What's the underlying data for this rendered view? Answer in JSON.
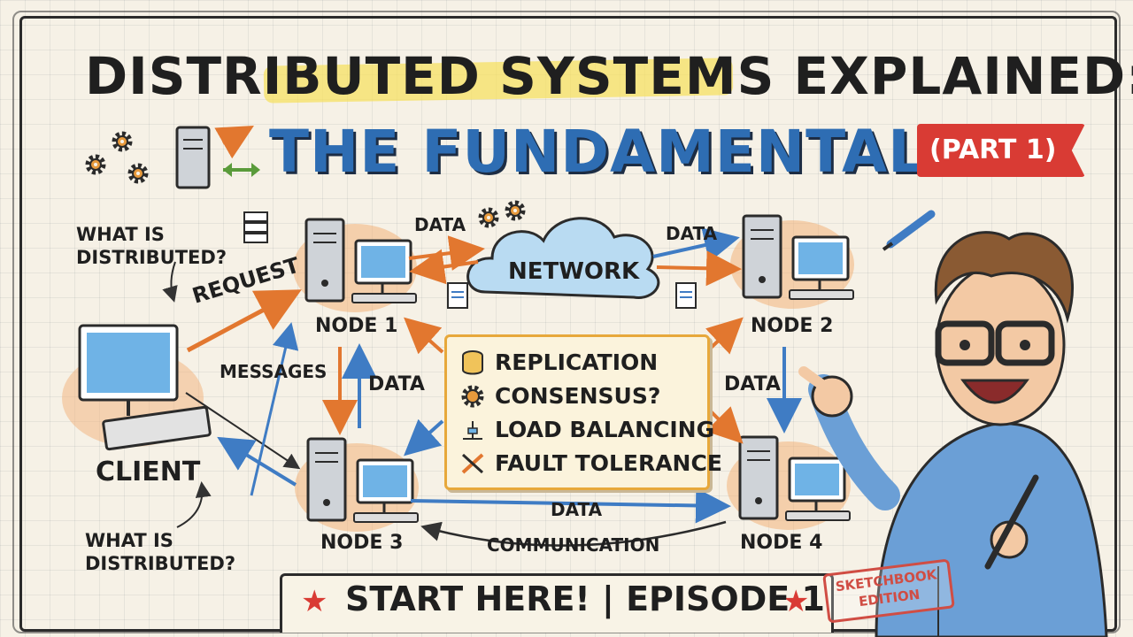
{
  "title": {
    "line1": "DISTRIBUTED SYSTEMS EXPLAINED:",
    "line2": "THE FUNDAMENTALS",
    "part": "(PART 1)"
  },
  "nodes": {
    "node1": "NODE 1",
    "node2": "NODE 2",
    "node3": "NODE 3",
    "node4": "NODE 4",
    "client": "CLIENT",
    "network": "NETWORK"
  },
  "edges": {
    "data_top_left": "DATA",
    "data_top_right": "DATA",
    "request": "REQUEST",
    "messages": "MESSAGES",
    "data_left": "DATA",
    "data_right": "DATA",
    "data_bottom": "DATA",
    "communication": "COMMUNICATION"
  },
  "callouts": {
    "top": "WHAT IS\nDISTRIBUTED?",
    "bottom": "WHAT IS\nDISTRIBUTED?"
  },
  "concepts": [
    {
      "label": "REPLICATION",
      "icon": "database-icon"
    },
    {
      "label": "CONSENSUS?",
      "icon": "gear-icon"
    },
    {
      "label": "LOAD BALANCING",
      "icon": "balance-icon"
    },
    {
      "label": "FAULT TOLERANCE",
      "icon": "tools-icon"
    }
  ],
  "footer": {
    "text": "START HERE! | EPISODE 1",
    "stamp_line1": "SKETCHBOOK",
    "stamp_line2": "EDITION"
  },
  "colors": {
    "title_blue": "#2e6db3",
    "accent_red": "#d93b34",
    "arrow_orange": "#e2772f",
    "arrow_blue": "#3f7cc4",
    "highlight_yellow": "#f6e05a"
  }
}
